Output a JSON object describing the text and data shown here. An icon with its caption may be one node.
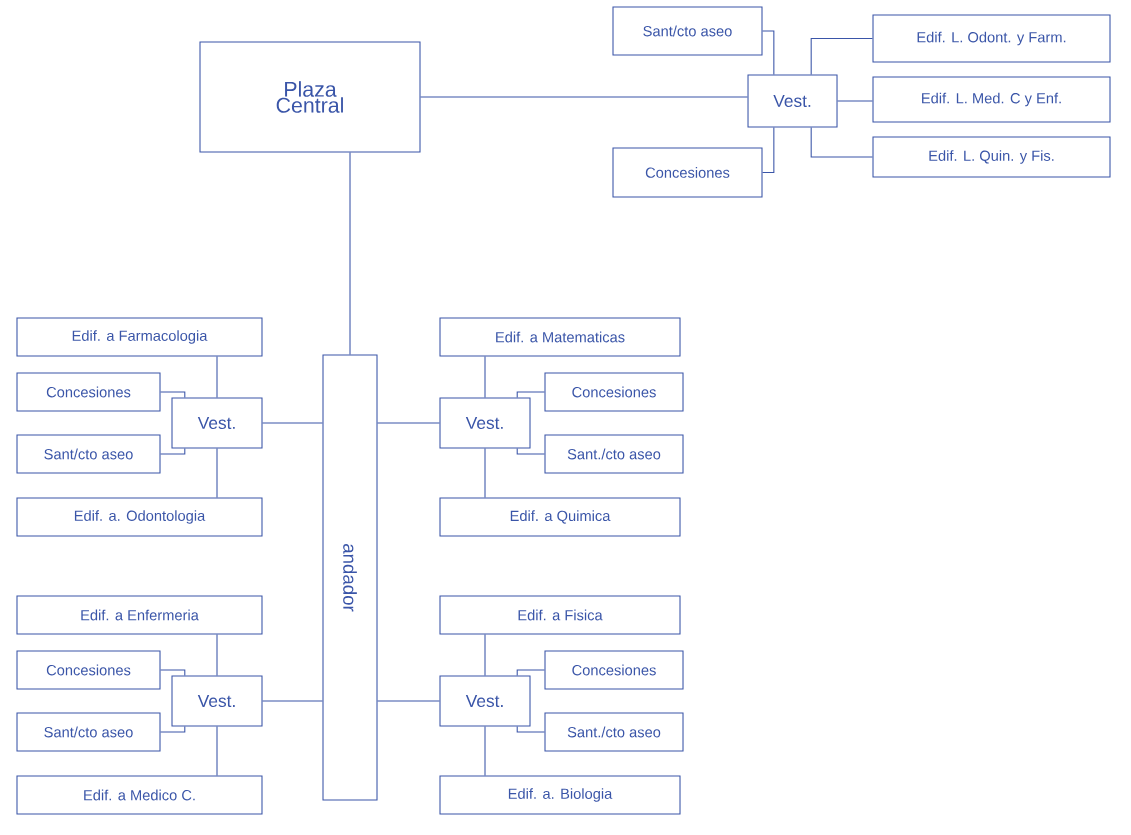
{
  "diagram": {
    "nodes": [
      {
        "text": [
          "Plaza Central"
        ]
      },
      {
        "text": [
          "Sant/cto aseo"
        ]
      },
      {
        "text": [
          "Vest."
        ]
      },
      {
        "text": [
          "Concesiones"
        ]
      },
      {
        "text": [
          "Edif. L. Odont. y Farm."
        ]
      },
      {
        "text": [
          "Edif. L. Med. C y Enf."
        ]
      },
      {
        "text": [
          "Edif. L. Quin. y Fis."
        ]
      },
      {
        "text": [
          "andador"
        ]
      },
      {
        "text": [
          "Edif. a Farmacologia"
        ]
      },
      {
        "text": [
          "Concesiones"
        ]
      },
      {
        "text": [
          "Vest."
        ]
      },
      {
        "text": [
          "Sant/cto aseo"
        ]
      },
      {
        "text": [
          "Edif. a. Odontologia"
        ]
      },
      {
        "text": [
          "Edif. a Matematicas"
        ]
      },
      {
        "text": [
          "Vest."
        ]
      },
      {
        "text": [
          "Concesiones"
        ]
      },
      {
        "text": [
          "Sant./cto aseo"
        ]
      },
      {
        "text": [
          "Edif. a Quimica"
        ]
      },
      {
        "text": [
          "Edif. a Enfermeria"
        ]
      },
      {
        "text": [
          "Concesiones"
        ]
      },
      {
        "text": [
          "Vest."
        ]
      },
      {
        "text": [
          "Sant/cto aseo"
        ]
      },
      {
        "text": [
          "Edif. a Medico C."
        ]
      },
      {
        "text": [
          "Edif. a Fisica"
        ]
      },
      {
        "text": [
          "Vest."
        ]
      },
      {
        "text": [
          "Concesiones"
        ]
      },
      {
        "text": [
          "Sant./cto aseo"
        ]
      },
      {
        "text": [
          "Edif. a. Biologia"
        ]
      }
    ],
    "edges": [
      {
        "from": 0,
        "to": 2,
        "arrow": "none"
      },
      {
        "from": 1,
        "to": 2,
        "arrow": "none"
      },
      {
        "from": 3,
        "to": 2,
        "arrow": "none"
      },
      {
        "from": 2,
        "to": 4,
        "arrow": "none"
      },
      {
        "from": 2,
        "to": 5,
        "arrow": "none"
      },
      {
        "from": 2,
        "to": 6,
        "arrow": "none"
      },
      {
        "from": 0,
        "to": 7,
        "arrow": "none"
      },
      {
        "from": 7,
        "to": 10,
        "arrow": "none"
      },
      {
        "from": 10,
        "to": 8,
        "arrow": "none"
      },
      {
        "from": 9,
        "to": 10,
        "arrow": "none"
      },
      {
        "from": 11,
        "to": 10,
        "arrow": "none"
      },
      {
        "from": 10,
        "to": 12,
        "arrow": "none"
      },
      {
        "from": 7,
        "to": 14,
        "arrow": "none"
      },
      {
        "from": 14,
        "to": 13,
        "arrow": "none"
      },
      {
        "from": 15,
        "to": 14,
        "arrow": "none"
      },
      {
        "from": 16,
        "to": 14,
        "arrow": "none"
      },
      {
        "from": 14,
        "to": 17,
        "arrow": "none"
      },
      {
        "from": 7,
        "to": 20,
        "arrow": "none"
      },
      {
        "from": 20,
        "to": 18,
        "arrow": "none"
      },
      {
        "from": 19,
        "to": 20,
        "arrow": "none"
      },
      {
        "from": 21,
        "to": 20,
        "arrow": "none"
      },
      {
        "from": 20,
        "to": 22,
        "arrow": "none"
      },
      {
        "from": 7,
        "to": 24,
        "arrow": "none"
      },
      {
        "from": 24,
        "to": 23,
        "arrow": "none"
      },
      {
        "from": 25,
        "to": 24,
        "arrow": "none"
      },
      {
        "from": 26,
        "to": 24,
        "arrow": "none"
      },
      {
        "from": 24,
        "to": 27,
        "arrow": "none"
      }
    ]
  }
}
